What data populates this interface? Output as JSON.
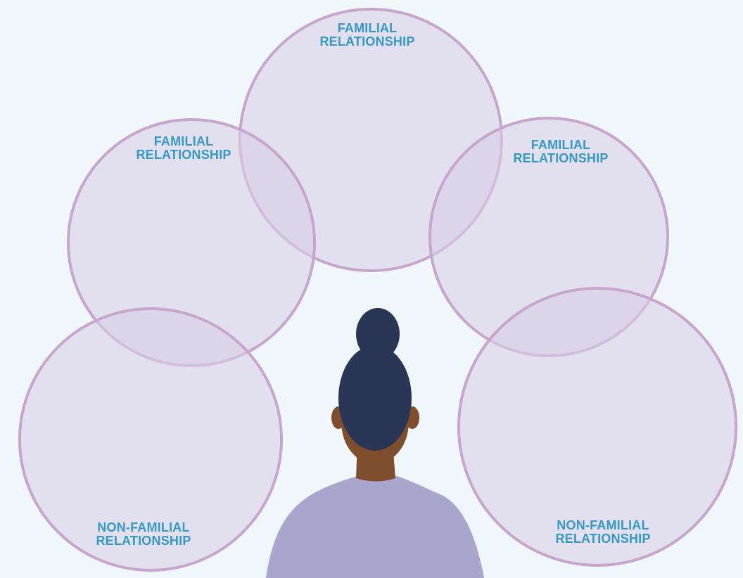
{
  "circles": [
    {
      "id": "top",
      "label_line1": "FAMILIAL",
      "label_line2": "RELATIONSHIP"
    },
    {
      "id": "left",
      "label_line1": "FAMILIAL",
      "label_line2": "RELATIONSHIP"
    },
    {
      "id": "right",
      "label_line1": "FAMILIAL",
      "label_line2": "RELATIONSHIP"
    },
    {
      "id": "bottom-left",
      "label_line1": "NON-FAMILIAL",
      "label_line2": "RELATIONSHIP"
    },
    {
      "id": "bottom-right",
      "label_line1": "NON-FAMILIAL",
      "label_line2": "RELATIONSHIP"
    }
  ],
  "colors": {
    "background": "#eff7fa",
    "circle_fill": "#d9cfe6",
    "circle_stroke": "#c8a5cc",
    "label": "#3599c3",
    "hair": "#2b3556",
    "skin": "#7f4f2d",
    "shirt": "#aaa5cc"
  }
}
